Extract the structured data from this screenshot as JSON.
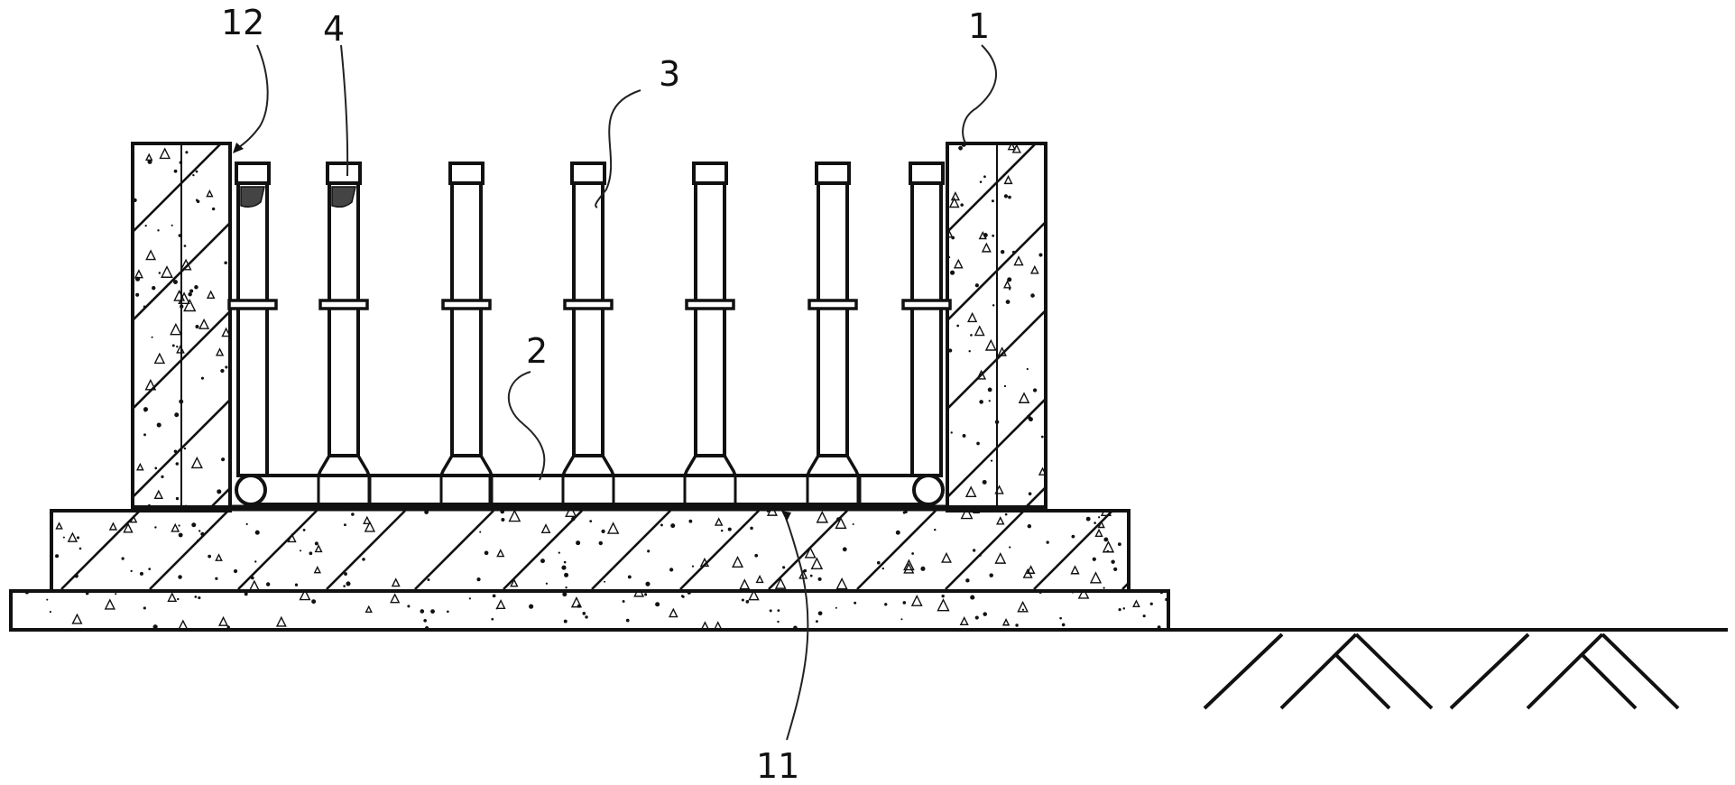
{
  "labels": {
    "l12": "12",
    "l4": "4",
    "l3": "3",
    "l1": "1",
    "l2": "2",
    "l11": "11"
  },
  "colors": {
    "line": "#111111",
    "background": "#ffffff",
    "hatch_fill": "#ffffff"
  },
  "components": {
    "wall": "concrete-wall",
    "base": "concrete-base-slab",
    "cushion": "concrete-cushion-layer",
    "pipes": "vertical-riser-pipes",
    "header": "horizontal-collector-pipe",
    "ground": "natural-ground-symbol"
  }
}
